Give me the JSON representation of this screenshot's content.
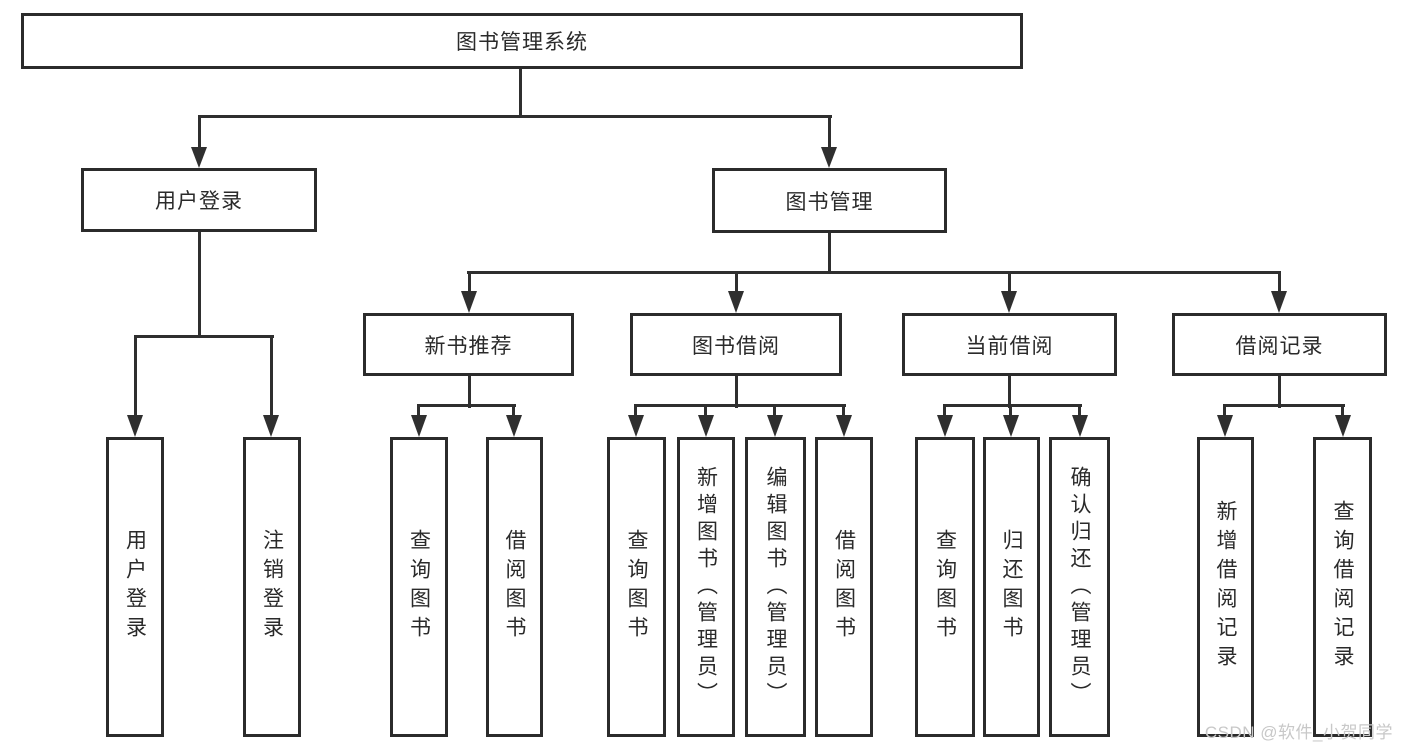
{
  "diagram": {
    "type": "hierarchy",
    "root": {
      "label": "图书管理系统"
    },
    "branches": [
      {
        "label": "用户登录",
        "children": [
          {
            "label": "用户登录"
          },
          {
            "label": "注销登录"
          }
        ]
      },
      {
        "label": "图书管理",
        "children": [
          {
            "label": "新书推荐",
            "children": [
              {
                "label": "查询图书"
              },
              {
                "label": "借阅图书"
              }
            ]
          },
          {
            "label": "图书借阅",
            "children": [
              {
                "label": "查询图书"
              },
              {
                "label": "新增图书（管理员）"
              },
              {
                "label": "编辑图书（管理员）"
              },
              {
                "label": "借阅图书"
              }
            ]
          },
          {
            "label": "当前借阅",
            "children": [
              {
                "label": "查询图书"
              },
              {
                "label": "归还图书"
              },
              {
                "label": "确认归还（管理员）"
              }
            ]
          },
          {
            "label": "借阅记录",
            "children": [
              {
                "label": "新增借阅记录"
              },
              {
                "label": "查询借阅记录"
              }
            ]
          }
        ]
      }
    ]
  },
  "watermark": {
    "text": "CSDN @软件_小贺同学",
    "color": "#c8c8c8"
  },
  "colors": {
    "line": "#2f2f2f",
    "box_border": "#2b2b2b",
    "box_fill": "#ffffff",
    "text": "#2a2a2a",
    "background": "#ffffff"
  }
}
